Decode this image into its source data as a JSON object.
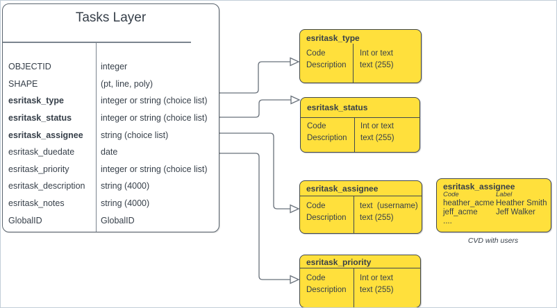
{
  "colors": {
    "domain_fill": "#FFE03C",
    "domain_stroke": "#40474E",
    "main_stroke": "#5A646E",
    "connector": "#68707A",
    "text": "#363F49",
    "canvas_border": "#C2CDD8"
  },
  "main_table": {
    "title": "Tasks Layer",
    "fields": [
      {
        "name": "OBJECTID",
        "type": "integer"
      },
      {
        "name": "SHAPE",
        "type": "(pt, line, poly)"
      },
      {
        "name": "esritask_type",
        "type": "integer or string (choice list)"
      },
      {
        "name": "esritask_status",
        "type": "integer or string (choice list)"
      },
      {
        "name": "esritask_assignee",
        "type": "string (choice list)"
      },
      {
        "name": "esritask_duedate",
        "type": "date"
      },
      {
        "name": "esritask_priority",
        "type": "integer or string (choice list)"
      },
      {
        "name": "esritask_description",
        "type": "string (4000)"
      },
      {
        "name": "esritask_notes",
        "type": "string (4000)"
      },
      {
        "name": "GlobalID",
        "type": "GlobalID"
      }
    ]
  },
  "domains": [
    {
      "title": "esritask_type",
      "code_label": "Code",
      "desc_label": "Description",
      "code_type": "Int or text",
      "desc_type": "text (255)"
    },
    {
      "title": "esritask_status",
      "code_label": "Code",
      "desc_label": "Description",
      "code_type": "Int or text",
      "desc_type": "text (255)"
    },
    {
      "title": "esritask_assignee",
      "code_label": "Code",
      "desc_label": "Description",
      "code_type": "text  (username)",
      "desc_type": "text (255)"
    },
    {
      "title": "esritask_priority",
      "code_label": "Code",
      "desc_label": "Description",
      "code_type": "Int or text",
      "desc_type": "text (255)"
    }
  ],
  "cvd": {
    "title": "esritask_assignee",
    "code_header": "Code",
    "label_header": "Label",
    "entries": [
      {
        "code": "heather_acme",
        "label": "Heather Smith"
      },
      {
        "code": "jeff_acme",
        "label": "Jeff Walker"
      },
      {
        "code": "....",
        "label": ""
      }
    ],
    "caption": "CVD with users"
  }
}
